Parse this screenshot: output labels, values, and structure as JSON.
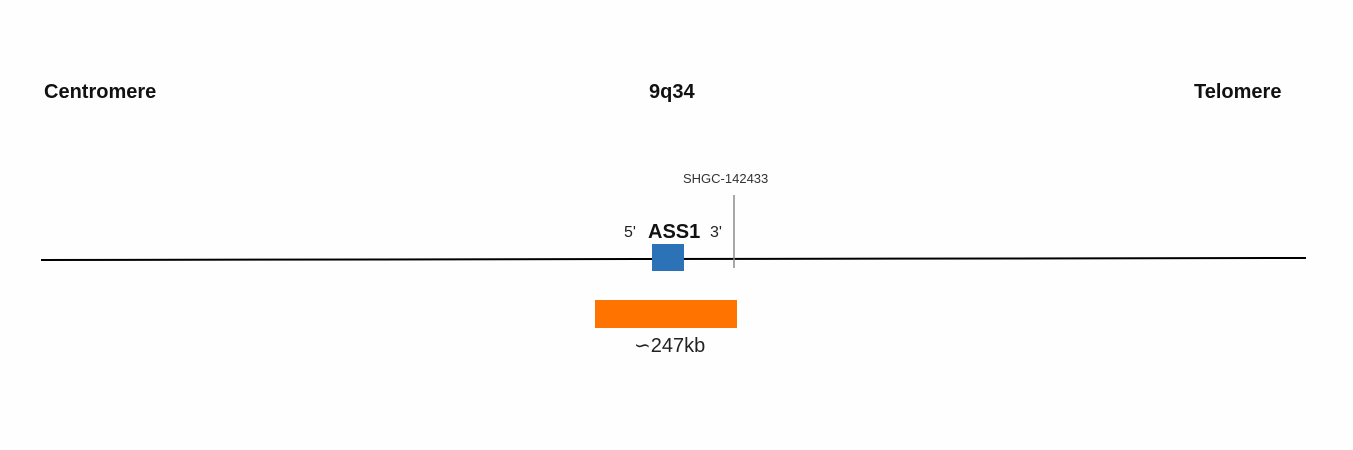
{
  "header": {
    "left_label": "Centromere",
    "band_label": "9q34",
    "right_label": "Telomere"
  },
  "marker": {
    "label": "SHGC-142433"
  },
  "gene": {
    "name": "ASS1",
    "five_prime": "5'",
    "three_prime": "3'"
  },
  "region": {
    "size_label": "∽247kb"
  },
  "colors": {
    "gene_box": "#2b73b6",
    "region_bar": "#ff7301",
    "chromosome_line": "#000000",
    "marker_line": "#8c8c8c"
  }
}
